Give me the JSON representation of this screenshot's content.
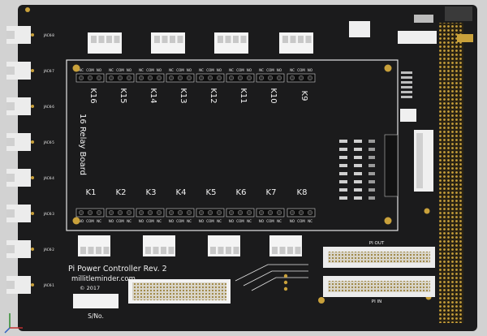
{
  "board": {
    "title": "Pi Power Controller Rev. 2",
    "website": "millitleminder.com",
    "copyright": "© 2017",
    "serial_label": "S/No.",
    "relay_board_label": "16 Relay Board",
    "pi_out_label": "PI OUT",
    "pi_in_label": "PI IN"
  },
  "relays_top": [
    "K16",
    "K15",
    "K14",
    "K13",
    "K12",
    "K11",
    "K10",
    "K9"
  ],
  "relays_bottom": [
    "K1",
    "K2",
    "K3",
    "K4",
    "K5",
    "K6",
    "K7",
    "K8"
  ],
  "terminal_top_labels": [
    "NC",
    "COM",
    "NO"
  ],
  "terminal_bottom_labels": [
    "NO",
    "COM",
    "NC"
  ],
  "jacks": [
    "JACK-8",
    "JACK-7",
    "JACK-6",
    "JACK-5",
    "JACK-4",
    "JACK-3",
    "JACK-2",
    "JACK-1"
  ],
  "colors": {
    "board": "#1b1b1c",
    "silkscreen": "#f2f2f2",
    "connector_white": "#f4f4f4",
    "gold": "#c9a13b",
    "background": "#d2d2d2"
  }
}
